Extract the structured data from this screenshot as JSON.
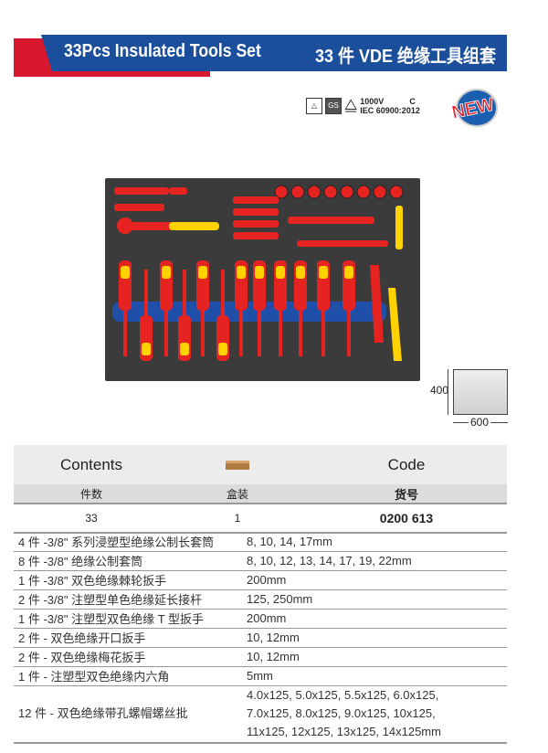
{
  "header": {
    "title_en": "33Pcs Insulated Tools Set",
    "title_cn": "33 件 VDE 绝缘工具组套"
  },
  "cert": {
    "line1": "1000V",
    "line1b": "C",
    "line2": "IEC 60900:2012",
    "badge": "NEW"
  },
  "dimensions": {
    "height": "400",
    "width": "600"
  },
  "table": {
    "head": {
      "contents": "Contents",
      "code": "Code"
    },
    "subhead": {
      "count": "件数",
      "box": "盒装",
      "code": "货号"
    },
    "summary": {
      "count": "33",
      "box": "1",
      "code": "0200 613"
    },
    "items": [
      {
        "desc": "4 件 -3/8\" 系列浸塑型绝缘公制长套筒",
        "spec": "8, 10, 14, 17mm"
      },
      {
        "desc": "8 件 -3/8\" 绝缘公制套筒",
        "spec": "8, 10, 12, 13, 14, 17, 19, 22mm"
      },
      {
        "desc": "1 件 -3/8\" 双色绝缘棘轮扳手",
        "spec": "200mm"
      },
      {
        "desc": "2 件 -3/8\" 注塑型单色绝缘延长接杆",
        "spec": "125, 250mm"
      },
      {
        "desc": "1 件 -3/8\" 注塑型双色绝缘 T 型扳手",
        "spec": "200mm"
      },
      {
        "desc": "2 件 - 双色绝缘开口扳手",
        "spec": "10, 12mm"
      },
      {
        "desc": "2 件 - 双色绝缘梅花扳手",
        "spec": "10, 12mm"
      },
      {
        "desc": "1 件 - 注塑型双色绝缘内六角",
        "spec": "5mm"
      }
    ],
    "last": {
      "desc": "12 件 - 双色绝缘带孔螺帽螺丝批",
      "spec1": "4.0x125, 5.0x125, 5.5x125, 6.0x125,",
      "spec2": "7.0x125, 8.0x125, 9.0x125, 10x125,",
      "spec3": "11x125, 12x125, 13x125, 14x125mm"
    }
  },
  "colors": {
    "blue": "#1b4f9c",
    "red": "#d8182e",
    "tool_red": "#e52421",
    "tool_yellow": "#ffd200"
  }
}
